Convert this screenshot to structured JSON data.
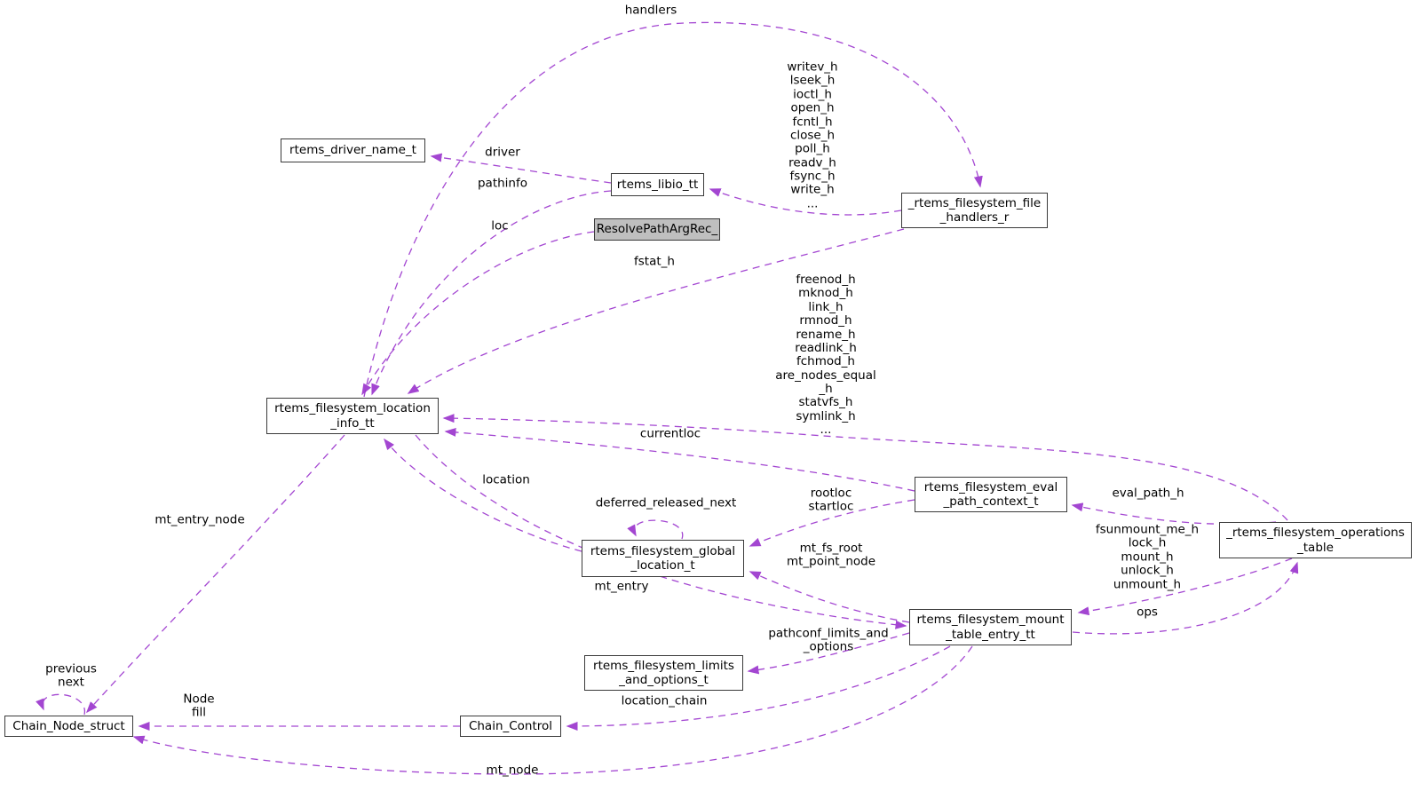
{
  "diagram": {
    "type": "collaboration-graph",
    "colors": {
      "edge": "#9a32cd",
      "node_border": "#3a3a3a",
      "node_bg": "#ffffff",
      "node_bg_highlight": "#bfbfbf",
      "text": "#000000"
    },
    "nodes": {
      "driver_name": {
        "label": "rtems_driver_name_t"
      },
      "libio": {
        "label": "rtems_libio_tt"
      },
      "resolve": {
        "label": "ResolvePathArgRec_"
      },
      "file_handlers": {
        "label": "_rtems_filesystem_file\n_handlers_r"
      },
      "location_info": {
        "label": "rtems_filesystem_location\n_info_tt"
      },
      "eval_path": {
        "label": "rtems_filesystem_eval\n_path_context_t"
      },
      "operations": {
        "label": "_rtems_filesystem_operations\n_table"
      },
      "global_location": {
        "label": "rtems_filesystem_global\n_location_t"
      },
      "mount_entry": {
        "label": "rtems_filesystem_mount\n_table_entry_tt"
      },
      "limits": {
        "label": "rtems_filesystem_limits\n_and_options_t"
      },
      "chain_control": {
        "label": "Chain_Control"
      },
      "chain_node": {
        "label": "Chain_Node_struct"
      }
    },
    "edge_labels": {
      "handlers": {
        "text": "handlers"
      },
      "writev": {
        "text": "writev_h\nlseek_h\nioctl_h\nopen_h\nfcntl_h\nclose_h\npoll_h\nreadv_h\nfsync_h\nwrite_h\n..."
      },
      "driver": {
        "text": "driver"
      },
      "pathinfo": {
        "text": "pathinfo"
      },
      "loc": {
        "text": "loc"
      },
      "fstat": {
        "text": "fstat_h"
      },
      "freenod": {
        "text": "freenod_h\nmknod_h\nlink_h\nrmnod_h\nrename_h\nreadlink_h\nfchmod_h\nare_nodes_equal\n_h\nstatvfs_h\nsymlink_h\n..."
      },
      "currentloc": {
        "text": "currentloc"
      },
      "location": {
        "text": "location"
      },
      "deferred": {
        "text": "deferred_released_next"
      },
      "rootloc": {
        "text": "rootloc\nstartloc"
      },
      "mtfs": {
        "text": "mt_fs_root\nmt_point_node"
      },
      "mtentry": {
        "text": "mt_entry"
      },
      "evalpath": {
        "text": "eval_path_h"
      },
      "fsun": {
        "text": "fsunmount_me_h\nlock_h\nmount_h\nunlock_h\nunmount_h"
      },
      "ops": {
        "text": "ops"
      },
      "pathconf": {
        "text": "pathconf_limits_and\n_options"
      },
      "locchain": {
        "text": "location_chain"
      },
      "node_fill": {
        "text": "Node\nfill"
      },
      "prev_next": {
        "text": "previous\nnext"
      },
      "mtentrynode": {
        "text": "mt_entry_node"
      },
      "mtnode": {
        "text": "mt_node"
      }
    }
  }
}
